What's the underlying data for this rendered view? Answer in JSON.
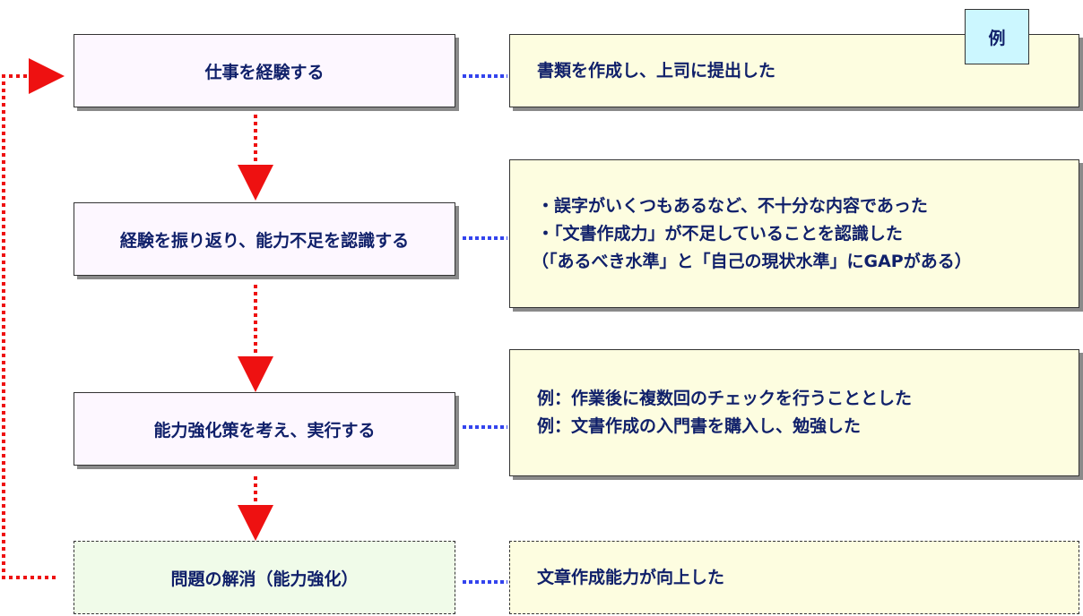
{
  "steps": [
    {
      "label": "仕事を経験する"
    },
    {
      "label": "経験を振り返り、能力不足を認識する"
    },
    {
      "label": "能力強化策を考え、実行する"
    },
    {
      "label": "問題の解消（能力強化）"
    }
  ],
  "example_tag": "例",
  "examples": [
    {
      "lines": [
        "書類を作成し、上司に提出した"
      ]
    },
    {
      "lines": [
        "・誤字がいくつもあるなど、不十分な内容であった",
        "・「文書作成力」が不足していることを認識した",
        "（「あるべき水準」と「自己の現状水準」にGAPがある）"
      ]
    },
    {
      "lines": [
        "例：作業後に複数回のチェックを行うこととした",
        "例：文書作成の入門書を購入し、勉強した"
      ]
    },
    {
      "lines": [
        "文章作成能力が向上した"
      ]
    }
  ],
  "colors": {
    "flow_arrow": "#ee1111",
    "link_dots": "#3344ee",
    "text": "#10206a"
  }
}
